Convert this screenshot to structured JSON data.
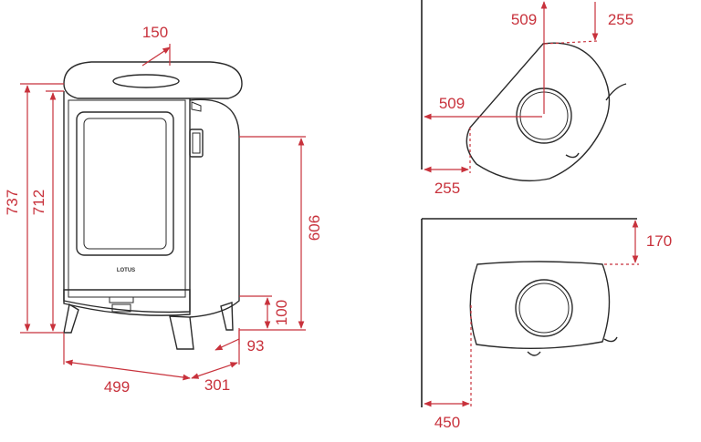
{
  "front_view": {
    "brand": "LOTUS",
    "dims": {
      "flue_diameter": "150",
      "total_height": "737",
      "door_height": "712",
      "side_height": "606",
      "leg_height": "100",
      "leg_depth": "93",
      "width": "499",
      "depth": "301"
    }
  },
  "corner_plan": {
    "dims": {
      "flue_from_back_wall": "509",
      "flue_from_side_wall": "509",
      "clearance_back": "255",
      "clearance_side": "255"
    }
  },
  "wall_plan": {
    "dims": {
      "clearance_back": "170",
      "clearance_side": "450"
    }
  },
  "colors": {
    "dimension": "#c8323c",
    "outline": "#2a2a2a"
  }
}
